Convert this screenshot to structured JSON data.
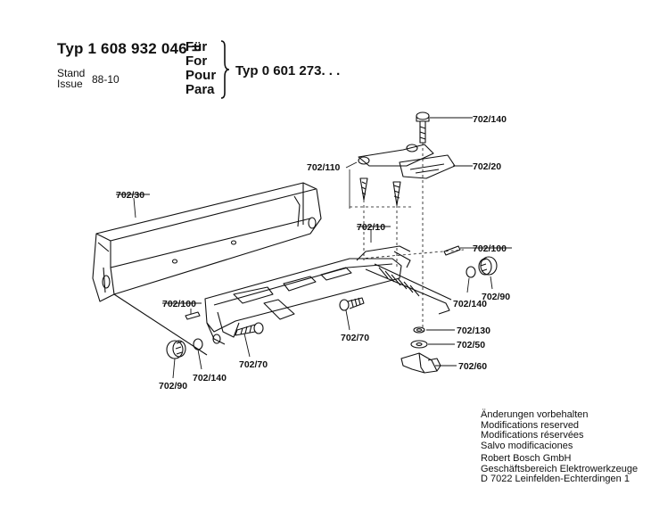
{
  "header": {
    "typ_number": "Typ 1 608 932 046 =",
    "languages": [
      "Für",
      "For",
      "Pour",
      "Para"
    ],
    "stand": "Stand",
    "issue": "Issue",
    "date": "88-10",
    "model": "Typ 0 601 273. . ."
  },
  "parts": [
    {
      "id": "702/140",
      "label": "702/140"
    },
    {
      "id": "702/110",
      "label": "702/110"
    },
    {
      "id": "702/20",
      "label": "702/20"
    },
    {
      "id": "702/30",
      "label": "702/30"
    },
    {
      "id": "702/10",
      "label": "702/10"
    },
    {
      "id": "702/100-right",
      "label": "702/100"
    },
    {
      "id": "702/140-right",
      "label": "702/140"
    },
    {
      "id": "702/90-right",
      "label": "702/90"
    },
    {
      "id": "702/100-left",
      "label": "702/100"
    },
    {
      "id": "702/130",
      "label": "702/130"
    },
    {
      "id": "702/50",
      "label": "702/50"
    },
    {
      "id": "702/60",
      "label": "702/60"
    },
    {
      "id": "702/70-center",
      "label": "702/70"
    },
    {
      "id": "702/70-left",
      "label": "702/70"
    },
    {
      "id": "702/90-left",
      "label": "702/90"
    },
    {
      "id": "702/140-left",
      "label": "702/140"
    }
  ],
  "footer": {
    "lines": [
      "Änderungen vorbehalten",
      "Modifications reserved",
      "Modifications réservées",
      "Salvo modificaciones",
      "Robert Bosch GmbH",
      "Geschäftsbereich Elektrowerkzeuge",
      "D 7022 Leinfelden-Echterdingen 1"
    ]
  }
}
